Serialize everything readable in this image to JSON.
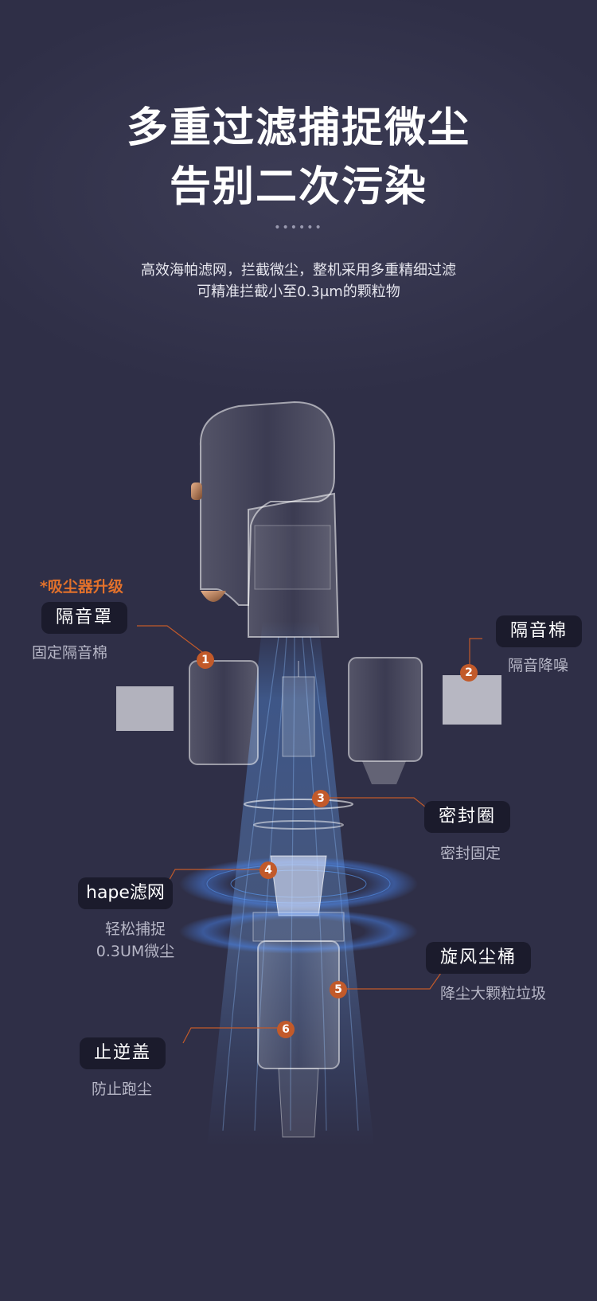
{
  "header": {
    "title_line1": "多重过滤捕捉微尘",
    "title_line2": "告别二次污染",
    "dots": "••••••",
    "subtitle_line1": "高效海帕滤网，拦截微尘，整机采用多重精细过滤",
    "subtitle_line2": "可精准拦截小至0.3μm的颗粒物"
  },
  "upgrade_label": "*吸尘器升级",
  "callouts": [
    {
      "number": "1",
      "label": "隔音罩",
      "desc": "固定隔音棉"
    },
    {
      "number": "2",
      "label": "隔音棉",
      "desc": "隔音降噪"
    },
    {
      "number": "3",
      "label": "密封圈",
      "desc": "密封固定"
    },
    {
      "number": "4",
      "label": "hape滤网",
      "desc_line1": "轻松捕捉",
      "desc_line2": "0.3UM微尘"
    },
    {
      "number": "5",
      "label": "旋风尘桶",
      "desc": "降尘大颗粒垃圾"
    },
    {
      "number": "6",
      "label": "止逆盖",
      "desc": "防止跑尘"
    }
  ],
  "colors": {
    "background": "#2f2f47",
    "accent": "#e2712b",
    "badge": "#c25a2a",
    "pill": "#1b1b2c",
    "airflow": "#5aa0ff"
  }
}
